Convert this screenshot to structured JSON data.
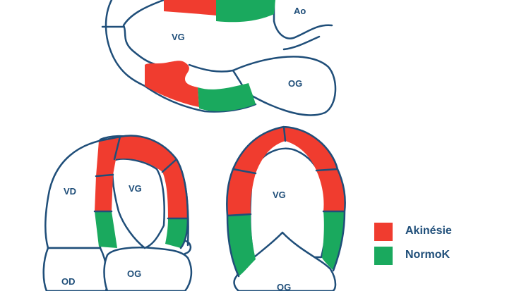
{
  "colors": {
    "akinesie": "#f03c2f",
    "normok": "#1aa95e",
    "outline": "#1f4e79",
    "text": "#1f4e79"
  },
  "views": {
    "long_axis": {
      "labels": {
        "ventricle": "VG",
        "aorta": "Ao",
        "atrium": "OG"
      }
    },
    "four_chamber": {
      "labels": {
        "right_ventricle": "VD",
        "left_ventricle": "VG",
        "right_atrium": "OD",
        "left_atrium": "OG"
      }
    },
    "two_chamber": {
      "labels": {
        "left_ventricle": "VG",
        "left_atrium": "OG"
      }
    }
  },
  "legend": [
    {
      "label": "Akinésie",
      "color_key": "akinesie"
    },
    {
      "label": "NormoK",
      "color_key": "normok"
    }
  ]
}
